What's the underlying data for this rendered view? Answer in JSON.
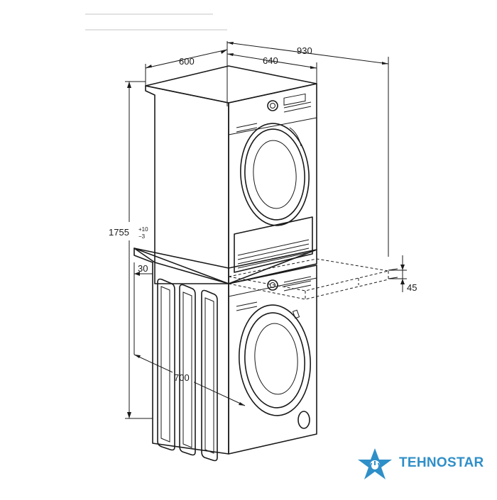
{
  "dimensions": {
    "depth_top": "600",
    "depth_drawer": "640",
    "depth_total": "930",
    "height_main": "1755",
    "height_tol_plus": "+10",
    "height_tol_minus": "−3",
    "drawer_gap": "30",
    "width": "700",
    "drawer_height": "45"
  },
  "brand": {
    "name": "TEHNOSTAR",
    "color": "#2f8fc8",
    "icon": "star-logo-icon"
  }
}
